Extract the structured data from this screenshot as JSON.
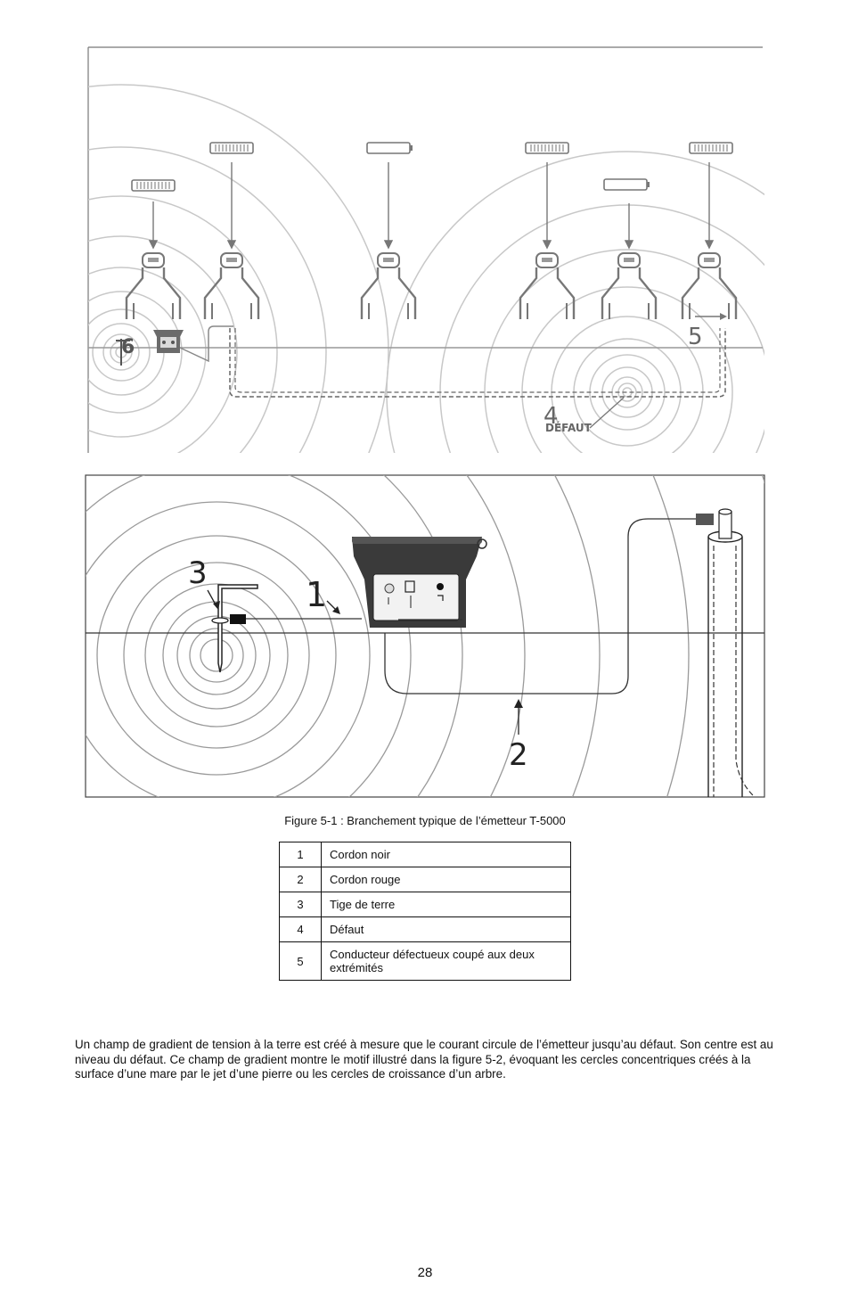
{
  "figure_top": {
    "callout_4": "4",
    "callout_4_label": "DÉFAUT",
    "callout_5": "5",
    "callout_6": "6"
  },
  "figure_bottom": {
    "callout_1": "1",
    "callout_2": "2",
    "callout_3": "3"
  },
  "caption": "Figure 5-1 : Branchement typique de l’émetteur T-5000",
  "legend_table": [
    {
      "num": "1",
      "label": "Cordon noir"
    },
    {
      "num": "2",
      "label": "Cordon rouge"
    },
    {
      "num": "3",
      "label": "Tige de terre"
    },
    {
      "num": "4",
      "label": "Défaut"
    },
    {
      "num": "5",
      "label": "Conducteur défectueux coupé aux deux extrémités"
    }
  ],
  "body_text": "Un champ de gradient de tension à la terre est créé à mesure que le courant circule de l’émetteur jusqu’au défaut. Son centre est au niveau du défaut. Ce champ de gradient montre le motif illustré dans la figure 5-2, évoquant les cercles concentriques créés à la surface d’une mare par le jet d’une pierre ou les cercles de croissance d’un arbre.",
  "page_number": "28"
}
